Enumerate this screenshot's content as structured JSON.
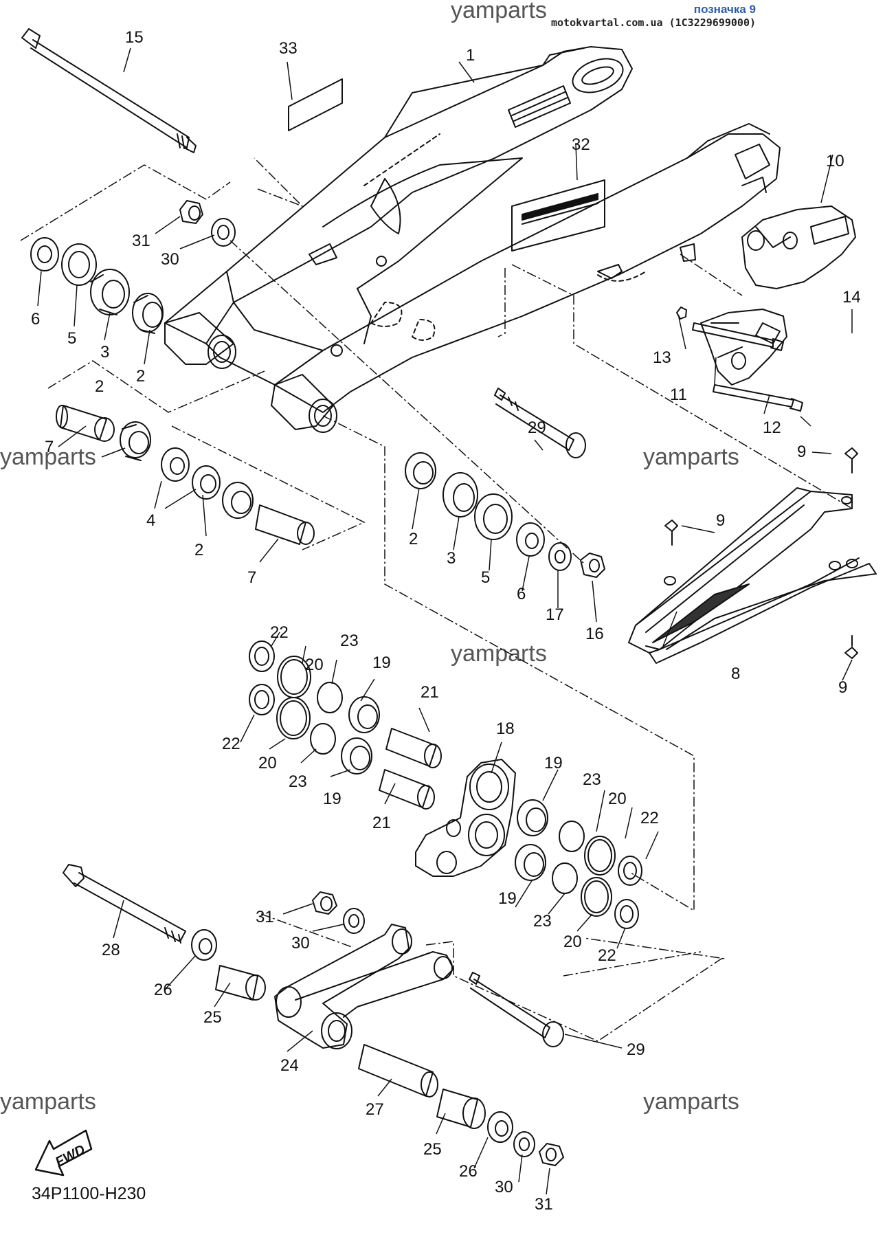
{
  "header": {
    "note": "позначка 9",
    "site": "motokvartal.com.ua (1C3229699000)"
  },
  "watermarks": [
    "yamparts",
    "yamparts",
    "yamparts",
    "yamparts",
    "yamparts",
    "yamparts"
  ],
  "fwd_label": "FWD",
  "diagram_code": "34P1100-H230",
  "callouts": {
    "c1": "1",
    "c2a": "2",
    "c2b": "2",
    "c2c": "2",
    "c2d": "2",
    "c3a": "3",
    "c3b": "3",
    "c4": "4",
    "c5a": "5",
    "c5b": "5",
    "c6a": "6",
    "c6b": "6",
    "c7a": "7",
    "c7b": "7",
    "c8": "8",
    "c9a": "9",
    "c9b": "9",
    "c9c": "9",
    "c10": "10",
    "c11": "11",
    "c12": "12",
    "c13": "13",
    "c14": "14",
    "c15": "15",
    "c16": "16",
    "c17": "17",
    "c18": "18",
    "c19a": "19",
    "c19b": "19",
    "c19c": "19",
    "c19d": "19",
    "c20a": "20",
    "c20b": "20",
    "c20c": "20",
    "c20d": "20",
    "c21a": "21",
    "c21b": "21",
    "c22a": "22",
    "c22b": "22",
    "c22c": "22",
    "c22d": "22",
    "c23a": "23",
    "c23b": "23",
    "c23c": "23",
    "c23d": "23",
    "c24": "24",
    "c25a": "25",
    "c25b": "25",
    "c26a": "26",
    "c26b": "26",
    "c27": "27",
    "c28": "28",
    "c29a": "29",
    "c29b": "29",
    "c30a": "30",
    "c30b": "30",
    "c30c": "30",
    "c31a": "31",
    "c31b": "31",
    "c31c": "31",
    "c32": "32",
    "c33": "33"
  }
}
